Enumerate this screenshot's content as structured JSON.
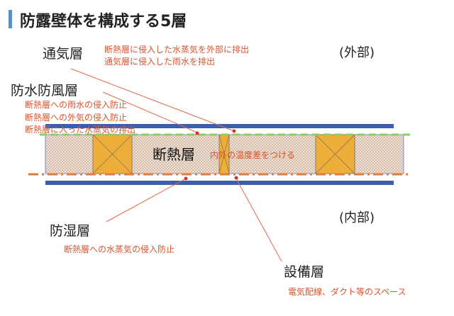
{
  "title": "防露壁体を構成する5層",
  "colors": {
    "accent_bar": "#5b8fc4",
    "blue_layer": "#3a5fb0",
    "green_layer": "#8bd05a",
    "orange_layer": "#e27a3a",
    "stud": "#eeae3a",
    "insulation": "#e8d8cc",
    "annotation": "#d9542f"
  },
  "exterior_label": "(外部)",
  "interior_label": "(内部)",
  "layers": {
    "ventilation": {
      "name": "通気層",
      "desc": [
        "断熱層に侵入した水蒸気を外部に排出",
        "通気層に侵入した雨水を排出"
      ]
    },
    "waterproof": {
      "name": "防水防風層",
      "desc": [
        "断熱層への雨水の侵入防止",
        "断熱層への外気の侵入防止",
        "断熱層に入った水蒸気の排出"
      ]
    },
    "insulation": {
      "name": "断熱層",
      "desc": "内外の温度差をつける"
    },
    "vapor_barrier": {
      "name": "防湿層",
      "desc": "断熱層への水蒸気の侵入防止"
    },
    "service": {
      "name": "設備層",
      "desc": "電気配線、ダクト等のスペース"
    }
  }
}
